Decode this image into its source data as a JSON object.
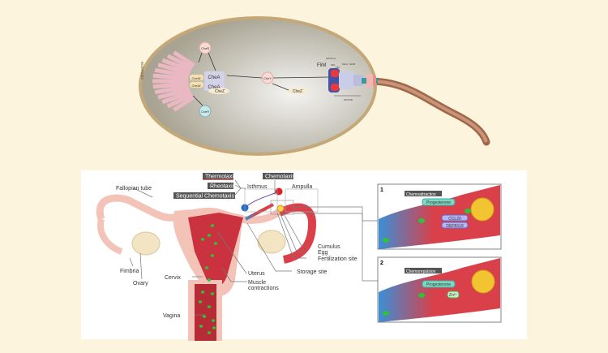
{
  "bacterium": {
    "receptors_label": "RECEPTORS",
    "cheB": "CheB",
    "cheW_1": "CheW",
    "cheW_2": "CheW",
    "cheA_1": "CheA",
    "cheA_2": "CheA",
    "cheZ_1": "CheZ",
    "cheR": "CheR",
    "cheY": "CheY",
    "cheZ_2": "CheZ",
    "flim": "FliM",
    "switch": "SWITCH",
    "flin": "FliN",
    "flig": "FliG",
    "mota": "MotA",
    "motb": "MotB",
    "motor": "MOTOR"
  },
  "reproductive": {
    "thermotaxis": "Thermotaxis",
    "rheotaxis": "Rheotaxis",
    "sequential_chemotaxis": "Sequential Chemotaxis ?",
    "chemotaxis": "Chemotaxis",
    "isthmus": "Isthmus",
    "ampulla": "Ampulla",
    "fallopian_tube": "Fallopian tube",
    "fimbria": "Fimbria",
    "ovary": "Ovary",
    "cervix": "Cervix",
    "vagina": "Vagina",
    "uterus": "Uterus",
    "muscle_contractions_1": "Muscle",
    "muscle_contractions_2": "contractions",
    "storage_site": "Storage site",
    "cumulus": "Cumulus",
    "egg": "Egg",
    "fertilization_site": "Fertilization site"
  },
  "panel1": {
    "number": "1",
    "title": "Chemoattraction",
    "progesterone": "Progesterone",
    "ccl20": "CCL20",
    "defb119": "DEFB119"
  },
  "panel2": {
    "number": "2",
    "title": "Chemorepulsion",
    "progesterone": "Progesterone",
    "zinc": "Zn²⁺"
  },
  "colors": {
    "background": "#fcf4dd",
    "tag": "#555555",
    "sperm": "#2fc13a",
    "tract": "#d9404a"
  }
}
